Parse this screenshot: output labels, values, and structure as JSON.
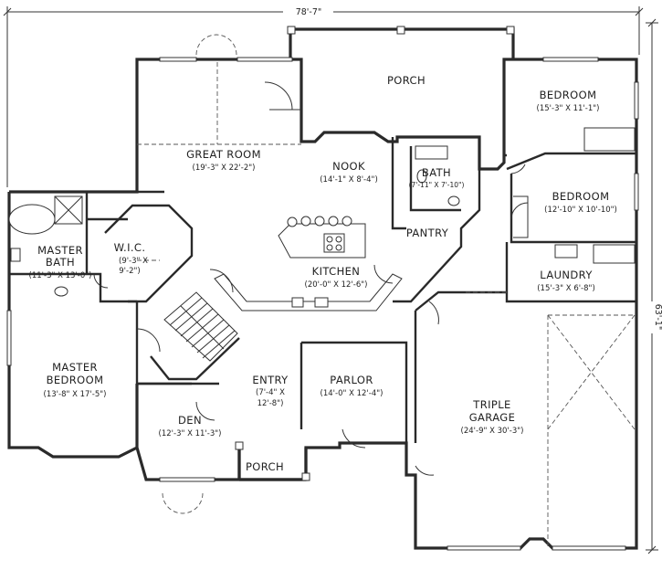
{
  "overall_width": "78'-7\"",
  "overall_depth": "63'-1\"",
  "rooms": {
    "porch_rear": {
      "name": "PORCH"
    },
    "bedroom_1": {
      "name": "BEDROOM",
      "dim": "(15'-3\" X 11'-1\")"
    },
    "great_room": {
      "name": "GREAT ROOM",
      "dim": "(19'-3\" X 22'-2\")"
    },
    "nook": {
      "name": "NOOK",
      "dim": "(14'-1\" X 8'-4\")"
    },
    "bath": {
      "name": "BATH",
      "dim": "(7'-11\" X 7'-10\")"
    },
    "bedroom_2": {
      "name": "BEDROOM",
      "dim": "(12'-10\" X 10'-10\")"
    },
    "master_bath": {
      "name1": "MASTER",
      "name2": "BATH",
      "dim": "(11'-3\" X 13'-0\")"
    },
    "wic": {
      "name": "W.I.C.",
      "dim1": "(9'-3\" X",
      "dim2": "9'-2\")"
    },
    "pantry": {
      "name": "PANTRY"
    },
    "kitchen": {
      "name": "KITCHEN",
      "dim": "(20'-0\" X 12'-6\")"
    },
    "laundry": {
      "name": "LAUNDRY",
      "dim": "(15'-3\" X 6'-8\")"
    },
    "master_bedroom": {
      "name1": "MASTER",
      "name2": "BEDROOM",
      "dim": "(13'-8\" X 17'-5\")"
    },
    "entry": {
      "name": "ENTRY",
      "dim1": "(7'-4\" X",
      "dim2": "12'-8\")"
    },
    "parlor": {
      "name": "PARLOR",
      "dim": "(14'-0\" X 12'-4\")"
    },
    "garage": {
      "name1": "TRIPLE",
      "name2": "GARAGE",
      "dim": "(24'-9\" X 30'-3\")"
    },
    "den": {
      "name": "DEN",
      "dim": "(12'-3\" X 11'-3\")"
    },
    "porch_front": {
      "name": "PORCH"
    }
  }
}
